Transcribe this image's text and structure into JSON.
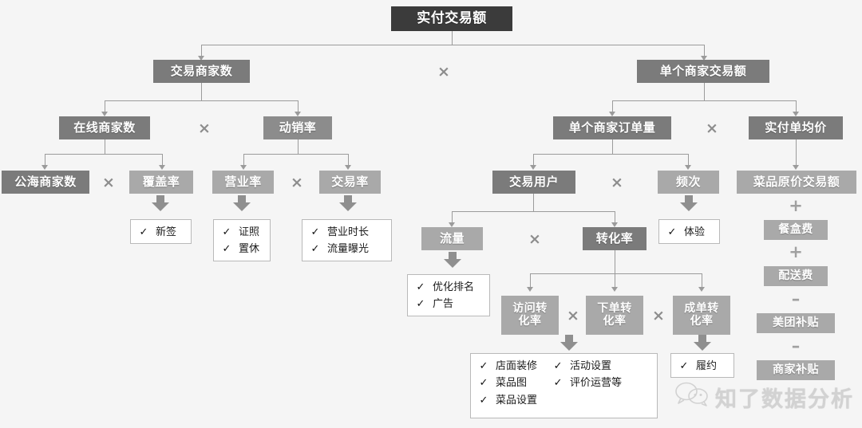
{
  "diagram": {
    "title": "实付交易额",
    "watermark": {
      "text": "知了数据分析",
      "icon": "wechat-bubble-icon"
    },
    "operators": {
      "times": "×",
      "plus": "+",
      "minus": "–"
    },
    "check_glyph": "✓",
    "colors": {
      "background": "#f5f5f5",
      "root": "#3b3b3b",
      "level1": "#7b7b7b",
      "level2": "#8c8c8c",
      "level3": "#a9a9a9",
      "connector": "#9b9b9b",
      "panel_border": "#b9b9b9",
      "panel_bg": "#ffffff",
      "watermark": "#d2d2d2"
    },
    "nodes": {
      "root": "实付交易额",
      "merchant_count": "交易商家数",
      "merchant_gmv": "单个商家交易额",
      "online_merchants": "在线商家数",
      "sell_through": "动销率",
      "orders_per_merchant": "单个商家订单量",
      "paid_unit_price": "实付单均价",
      "public_pool": "公海商家数",
      "coverage_rate": "覆盖率",
      "open_rate": "营业率",
      "trade_rate": "交易率",
      "trade_users": "交易用户",
      "frequency": "频次",
      "dish_original_gmv": "菜品原价交易额",
      "traffic": "流量",
      "conversion_rate": "转化率",
      "box_fee": "餐盒费",
      "delivery_fee": "配送费",
      "meituan_subsidy": "美团补贴",
      "merchant_subsidy": "商家补贴",
      "visit_conv": "访问转\n化率",
      "order_conv": "下单转\n化率",
      "complete_conv": "成单转\n化率"
    },
    "checklists": {
      "coverage": {
        "items": [
          "新签"
        ]
      },
      "open_rate": {
        "items": [
          "证照",
          "置休"
        ]
      },
      "trade_rate": {
        "items": [
          "营业时长",
          "流量曝光"
        ]
      },
      "traffic": {
        "items": [
          "优化排名",
          "广告"
        ]
      },
      "frequency": {
        "items": [
          "体验"
        ]
      },
      "conversion": {
        "col1": [
          "店面装修",
          "菜品图",
          "菜品设置"
        ],
        "col2": [
          "活动设置",
          "评价运营等"
        ]
      },
      "fulfillment": {
        "items": [
          "履约"
        ]
      }
    }
  }
}
